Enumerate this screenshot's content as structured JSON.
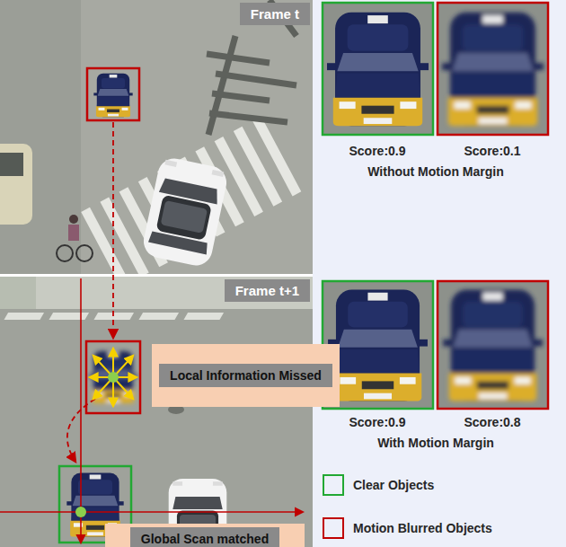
{
  "diagram": {
    "nodes": [
      {
        "text": [
          "Frame t"
        ]
      },
      {
        "text": [
          "Frame t+1"
        ]
      },
      {
        "text": [
          "Local Information Missed"
        ],
        "in": 1
      },
      {
        "text": [
          "Global Scan matched"
        ],
        "in": 1
      }
    ],
    "labels": [
      "Score:0.9",
      "Score:0.1",
      "Without Motion Margin",
      "Score:0.9",
      "Score:0.8",
      "With Motion Margin"
    ],
    "legend": [
      {
        "text": "Clear Objects"
      },
      {
        "text": "Motion Blurred Objects"
      }
    ]
  }
}
